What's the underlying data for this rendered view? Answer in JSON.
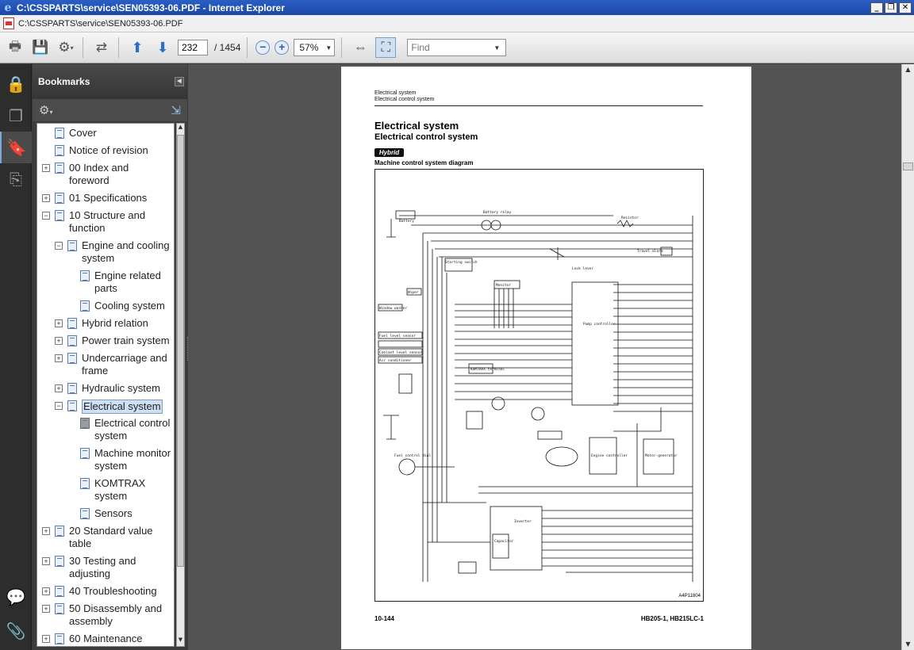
{
  "window": {
    "title": "C:\\CSSPARTS\\service\\SEN05393-06.PDF - Internet Explorer",
    "controls": [
      "_",
      "❐",
      "✕"
    ]
  },
  "address": {
    "path": "C:\\CSSPARTS\\service\\SEN05393-06.PDF"
  },
  "toolbar": {
    "page_current": "232",
    "page_total": "/ 1454",
    "zoom": "57%",
    "find_placeholder": "Find"
  },
  "bookmarks": {
    "title": "Bookmarks",
    "items": [
      {
        "label": "Cover"
      },
      {
        "label": "Notice of revision"
      },
      {
        "label": "00 Index and foreword"
      },
      {
        "label": "01 Specifications"
      },
      {
        "label": "10 Structure and function"
      },
      {
        "label": "Engine and cooling system"
      },
      {
        "label": "Engine related parts"
      },
      {
        "label": "Cooling system"
      },
      {
        "label": "Hybrid relation"
      },
      {
        "label": "Power train system"
      },
      {
        "label": "Undercarriage and frame"
      },
      {
        "label": "Hydraulic system"
      },
      {
        "label": "Electrical system"
      },
      {
        "label": "Electrical control system"
      },
      {
        "label": "Machine monitor system"
      },
      {
        "label": "KOMTRAX system"
      },
      {
        "label": "Sensors"
      },
      {
        "label": "20 Standard value table"
      },
      {
        "label": "30 Testing and adjusting"
      },
      {
        "label": "40 Troubleshooting"
      },
      {
        "label": "50 Disassembly and assembly"
      },
      {
        "label": "60 Maintenance"
      }
    ]
  },
  "page": {
    "header_line1": "Electrical system",
    "header_line2": "Electrical control system",
    "heading1": "Electrical system",
    "heading2": "Electrical control system",
    "badge": "Hybrid",
    "diagram_title": "Machine control system diagram",
    "figure_id": "A4P11804",
    "footer_left": "10-144",
    "footer_right": "HB205-1, HB215LC-1",
    "labels": {
      "battery": "Battery",
      "battery_relay": "Battery relay",
      "resistor": "Resistor",
      "starting_switch": "Starting switch",
      "lock_lever": "Lock lever",
      "travel_alarm": "Travel alarm",
      "monitor": "Monitor",
      "wiper": "Wiper",
      "window_washer": "Window washer",
      "fuel_level_sensor": "Fuel level sensor",
      "coolant_level_sensor": "Coolant level sensor",
      "air_conditioner": "Air conditioner",
      "pump_controller": "Pump controller",
      "komtrax": "KOMTRAX terminal",
      "engine_controller": "Engine controller",
      "motor_generator": "Motor-generator",
      "inverter": "Inverter",
      "capacitor": "Capacitor",
      "fuel_control_dial": "Fuel control dial"
    }
  }
}
